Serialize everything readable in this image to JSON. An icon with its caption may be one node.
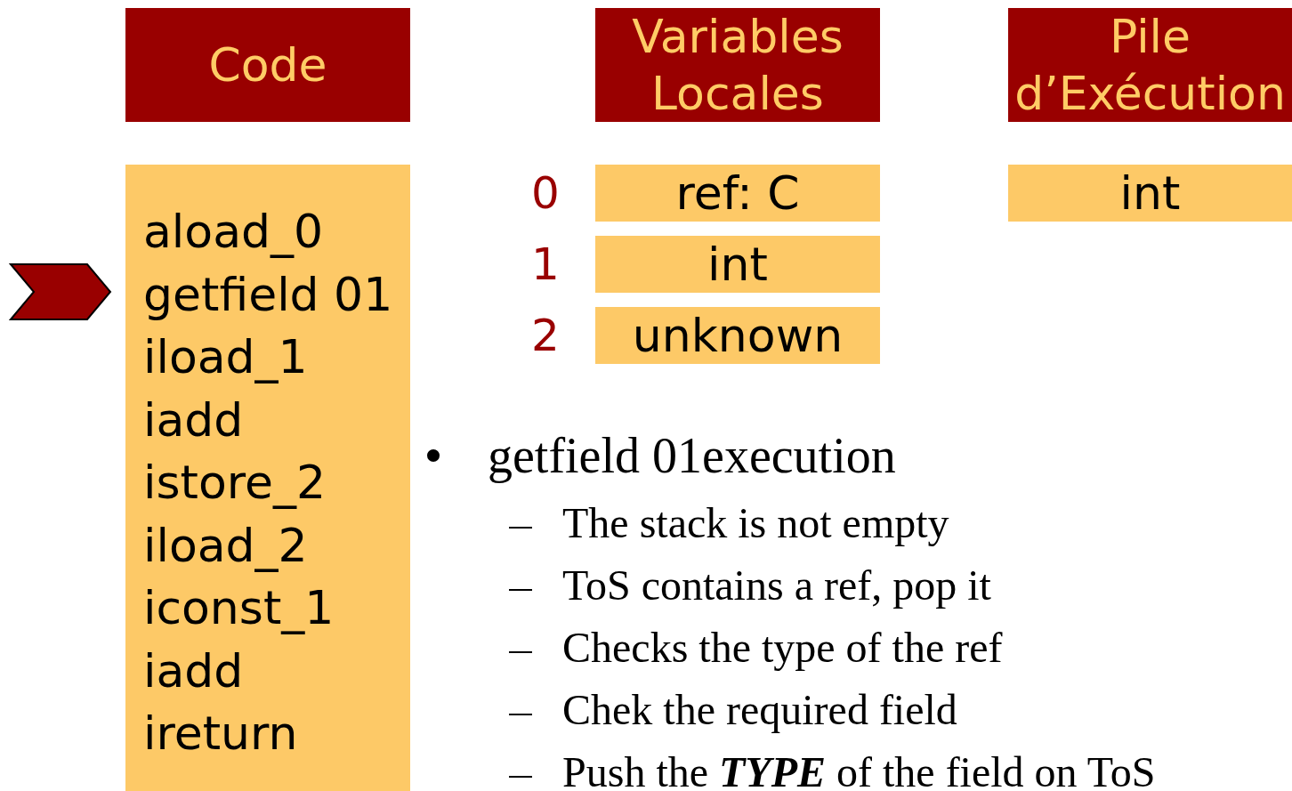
{
  "diagram": {
    "nodes": [
      {
        "text": [
          "Code"
        ]
      },
      {
        "text": [
          "Variables Locales"
        ]
      },
      {
        "text": [
          "Pile d’Exécution"
        ]
      },
      {
        "text": [
          "aload_0",
          "getfield 01",
          "iload_1",
          "iadd",
          "istore_2",
          "iload_2",
          "iconst_1",
          "iadd",
          "ireturn"
        ]
      },
      {
        "text": [
          "ref: C"
        ]
      },
      {
        "text": [
          "int"
        ]
      },
      {
        "text": [
          "unknown"
        ]
      },
      {
        "text": [
          "int"
        ]
      }
    ],
    "edges": [],
    "labels": [
      "0",
      "1",
      "2",
      "getfield 01execution",
      "The stack is not empty",
      "ToS contains a ref, pop it",
      "Checks the type of the ref",
      "Chek the required field",
      "Push the **TYPE** of the field on ToS"
    ]
  }
}
